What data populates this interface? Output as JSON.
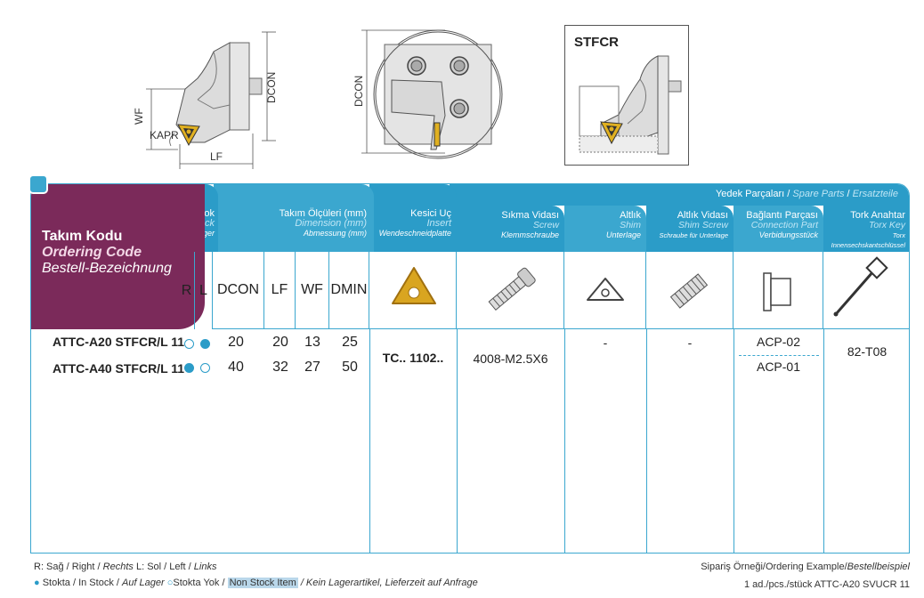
{
  "drawings": {
    "side_view": {
      "dim_dcon": "DCON",
      "dim_wf": "WF",
      "dim_kapr": "KAPR",
      "dim_lf": "LF"
    },
    "front_view": {
      "dim_dcon": "DCON"
    },
    "detail_view": {
      "title": "STFCR"
    }
  },
  "table": {
    "ordering_code": {
      "tr": "Takım Kodu",
      "en": "Ordering Code",
      "de": "Bestell-Bezeichnung"
    },
    "stock": {
      "tr": "Stok",
      "en": "Stock",
      "de": "Lager",
      "sub": [
        "R",
        "L"
      ]
    },
    "dimensions": {
      "tr": "Takım Ölçüleri (mm)",
      "en": "Dimension (mm)",
      "de": "Abmessung (mm)",
      "sub": [
        "DCON",
        "LF",
        "WF",
        "DMIN"
      ]
    },
    "insert": {
      "tr": "Kesici Uç",
      "en": "Insert",
      "de": "Wendeschneidplatte"
    },
    "spare_parts": {
      "tr": "Yedek Parçaları",
      "en": "Spare Parts",
      "de": "Ersatzteile"
    },
    "spare_columns": [
      {
        "tr": "Sıkma Vidası",
        "en": "Screw",
        "de": "Klemmschraube"
      },
      {
        "tr": "Altlık",
        "en": "Shim",
        "de": "Unterlage"
      },
      {
        "tr": "Altlık Vidası",
        "en": "Shim Screw",
        "de": "Schraube für Unterlage"
      },
      {
        "tr": "Bağlantı Parçası",
        "en": "Connection Part",
        "de": "Verbidungsstück"
      },
      {
        "tr": "Tork Anahtar",
        "en": "Torx Key",
        "de": "Torx Innensechskantschlüssel"
      }
    ],
    "rows": [
      {
        "code": "ATTC-A20 STFCR/L 11",
        "stock_r": "out",
        "stock_l": "in",
        "dcon": "20",
        "lf": "20",
        "wf": "13",
        "dmin": "25"
      },
      {
        "code": "ATTC-A40 STFCR/L 11",
        "stock_r": "in",
        "stock_l": "out",
        "dcon": "40",
        "lf": "32",
        "wf": "27",
        "dmin": "50"
      }
    ],
    "insert_value": "TC.. 1102..",
    "screw_value": "4008-M2.5X6",
    "shim_value": "-",
    "shim_screw_value": "-",
    "connection_values": [
      "ACP-02",
      "ACP-01"
    ],
    "torx_value": "82-T08"
  },
  "footer": {
    "legend_rl": {
      "tr_r": "R: Sağ / Right / ",
      "de_r": "Rechts",
      "tr_l": "  L: Sol / Left / ",
      "de_l": "Links"
    },
    "legend_stock": {
      "in": "Stokta / In Stock / ",
      "in_de": "Auf Lager",
      "out": "Stokta Yok / ",
      "out_en": "Non Stock Item",
      "out_de": " / Kein Lagerartikel, Lieferzeit auf Anfrage"
    },
    "example_label": {
      "tr": "Sipariş Örneği/Ordering Example/",
      "de": "Bestellbeispiel"
    },
    "example_value": "1 ad./pcs./stück ATTC-A20 SVUCR 11"
  },
  "colors": {
    "primary": "#2b9cc8",
    "accent": "#7b2a5a",
    "insert": "#d9a520"
  }
}
